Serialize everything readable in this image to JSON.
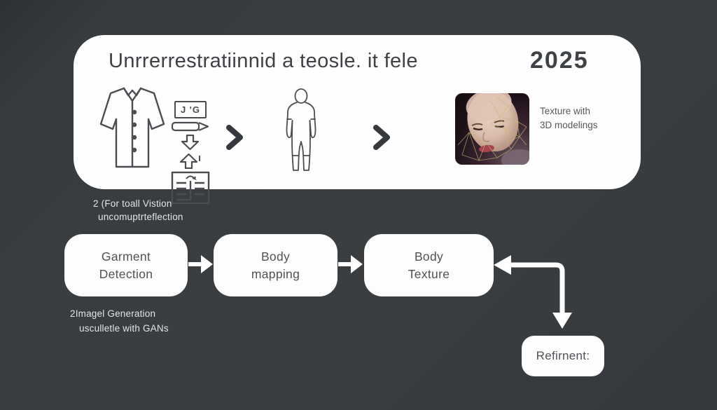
{
  "card": {
    "title": "Unrrerrestratiinnid a teosle. it fele",
    "year": "2025",
    "glyph_box_text": "J 'G",
    "caption_line1": "Texture with",
    "caption_line2": "3D modelings"
  },
  "notes": {
    "vision_line1": "2 (For toall Vistion",
    "vision_line2": "uncomuptrteflection",
    "gan_line1": "2Imagel Generation",
    "gan_line2": "usculletle with GANs"
  },
  "flow": {
    "boxes": [
      {
        "line1": "Garment",
        "line2": "Detection"
      },
      {
        "line1": "Body",
        "line2": "mapping"
      },
      {
        "line1": "Body",
        "line2": "Texture"
      }
    ],
    "refinement_label": "Refirnent:"
  },
  "icons": [
    "shirt-icon",
    "glyph-box-icon",
    "pencil-icon",
    "arrow-down-outline-icon",
    "arrow-up-outline-icon",
    "document-lines-icon",
    "chevron-right-icon",
    "human-body-icon",
    "face-mesh-image",
    "flow-arrow-right-icon",
    "elbow-arrow-icon"
  ],
  "colors": {
    "background": "#3a3e41",
    "card": "#fefefe",
    "dark_text": "#3e4246",
    "box_text": "#4e5256",
    "note_text": "#e3e5e6",
    "arrow_white": "#ffffff"
  }
}
